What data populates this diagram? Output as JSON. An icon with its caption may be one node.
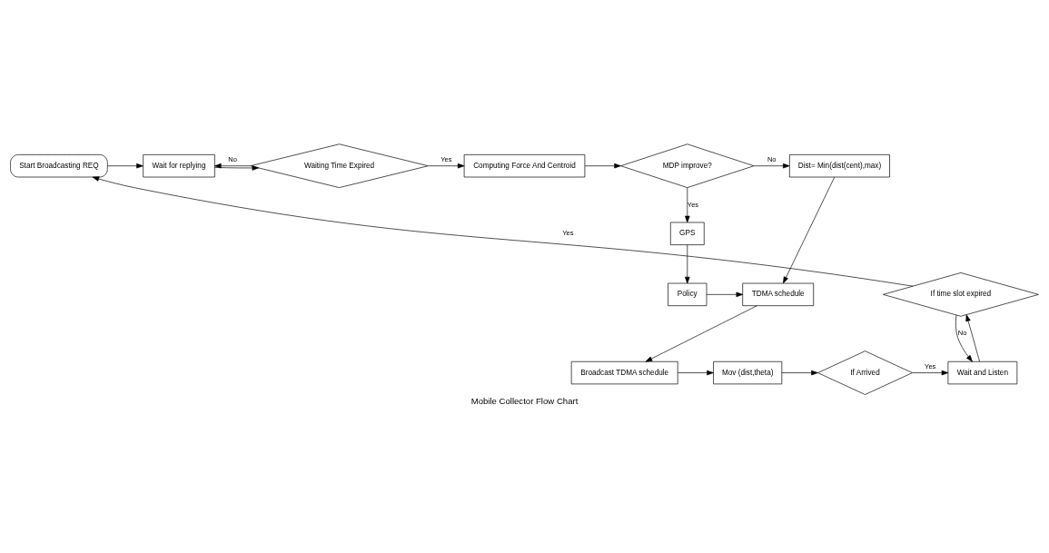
{
  "diagram": {
    "caption": "Mobile Collector Flow Chart",
    "nodes": [
      {
        "text": [
          "Start Broadcasting REQ"
        ]
      },
      {
        "text": [
          "Wait for replying"
        ]
      },
      {
        "text": [
          "Waiting Time Expired"
        ]
      },
      {
        "text": [
          "Computing Force And Centroid"
        ]
      },
      {
        "text": [
          "MDP improve?"
        ]
      },
      {
        "text": [
          "Dist= Min(dist(cent),max)"
        ]
      },
      {
        "text": [
          "GPS"
        ]
      },
      {
        "text": [
          "Policy"
        ]
      },
      {
        "text": [
          "TDMA schedule"
        ]
      },
      {
        "text": [
          "Broadcast TDMA schedule"
        ]
      },
      {
        "text": [
          "Mov (dist,theta)"
        ]
      },
      {
        "text": [
          "If Arrived"
        ]
      },
      {
        "text": [
          "Wait and Listen"
        ]
      },
      {
        "text": [
          "If time slot expired"
        ]
      }
    ],
    "edges": [
      {
        "from": 0,
        "to": 1,
        "arrow": "to"
      },
      {
        "from": 1,
        "to": 2,
        "arrow": "to"
      },
      {
        "from": 2,
        "to": 1,
        "arrow": "to",
        "label": "No"
      },
      {
        "from": 2,
        "to": 3,
        "arrow": "to",
        "label": "Yes"
      },
      {
        "from": 3,
        "to": 4,
        "arrow": "to"
      },
      {
        "from": 4,
        "to": 5,
        "arrow": "to",
        "label": "No"
      },
      {
        "from": 4,
        "to": 6,
        "arrow": "to",
        "label": "Yes"
      },
      {
        "from": 6,
        "to": 7,
        "arrow": "to"
      },
      {
        "from": 7,
        "to": 8,
        "arrow": "to"
      },
      {
        "from": 5,
        "to": 8,
        "arrow": "to"
      },
      {
        "from": 8,
        "to": 9,
        "arrow": "to"
      },
      {
        "from": 9,
        "to": 10,
        "arrow": "to"
      },
      {
        "from": 10,
        "to": 11,
        "arrow": "to"
      },
      {
        "from": 11,
        "to": 12,
        "arrow": "to",
        "label": "Yes"
      },
      {
        "from": 12,
        "to": 13,
        "arrow": "to"
      },
      {
        "from": 13,
        "to": 12,
        "arrow": "to",
        "label": "No"
      },
      {
        "from": 13,
        "to": 0,
        "arrow": "to",
        "label": "Yes"
      }
    ]
  }
}
